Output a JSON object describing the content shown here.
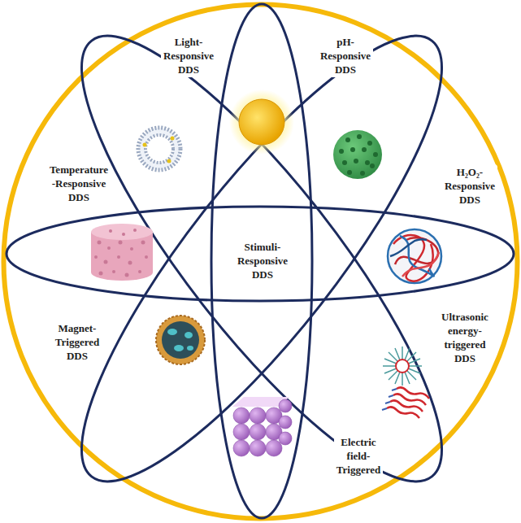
{
  "diagram": {
    "labels": [
      "Light- Responsive DDS",
      "pH- Responsive DDS",
      "Temperature -Responsive DDS",
      "H₂O₂- Responsive DDS",
      "Stimuli- Responsive DDS",
      "Magnet- Triggered DDS",
      "Ultrasonic energy- triggered DDS",
      "Electric field- Triggered"
    ]
  }
}
